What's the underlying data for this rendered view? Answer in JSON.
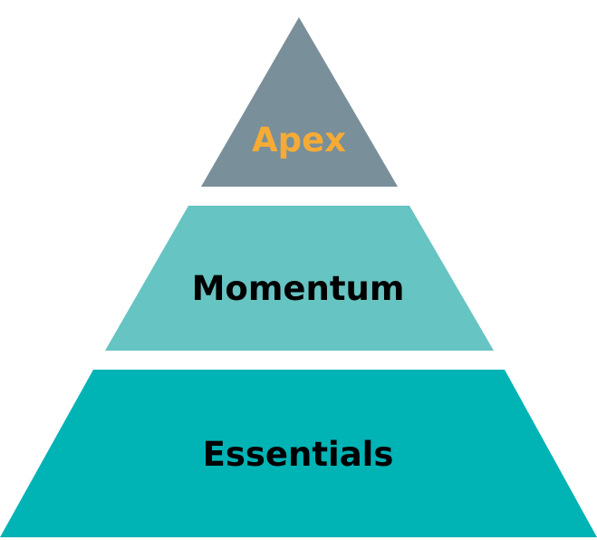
{
  "pyramid": {
    "tiers": [
      {
        "label": "Apex",
        "fill": "#798f9a",
        "text_color": "#f5ab35"
      },
      {
        "label": "Momentum",
        "fill": "#66c4c2",
        "text_color": "#000000"
      },
      {
        "label": "Essentials",
        "fill": "#00b3b5",
        "text_color": "#000000"
      }
    ]
  }
}
